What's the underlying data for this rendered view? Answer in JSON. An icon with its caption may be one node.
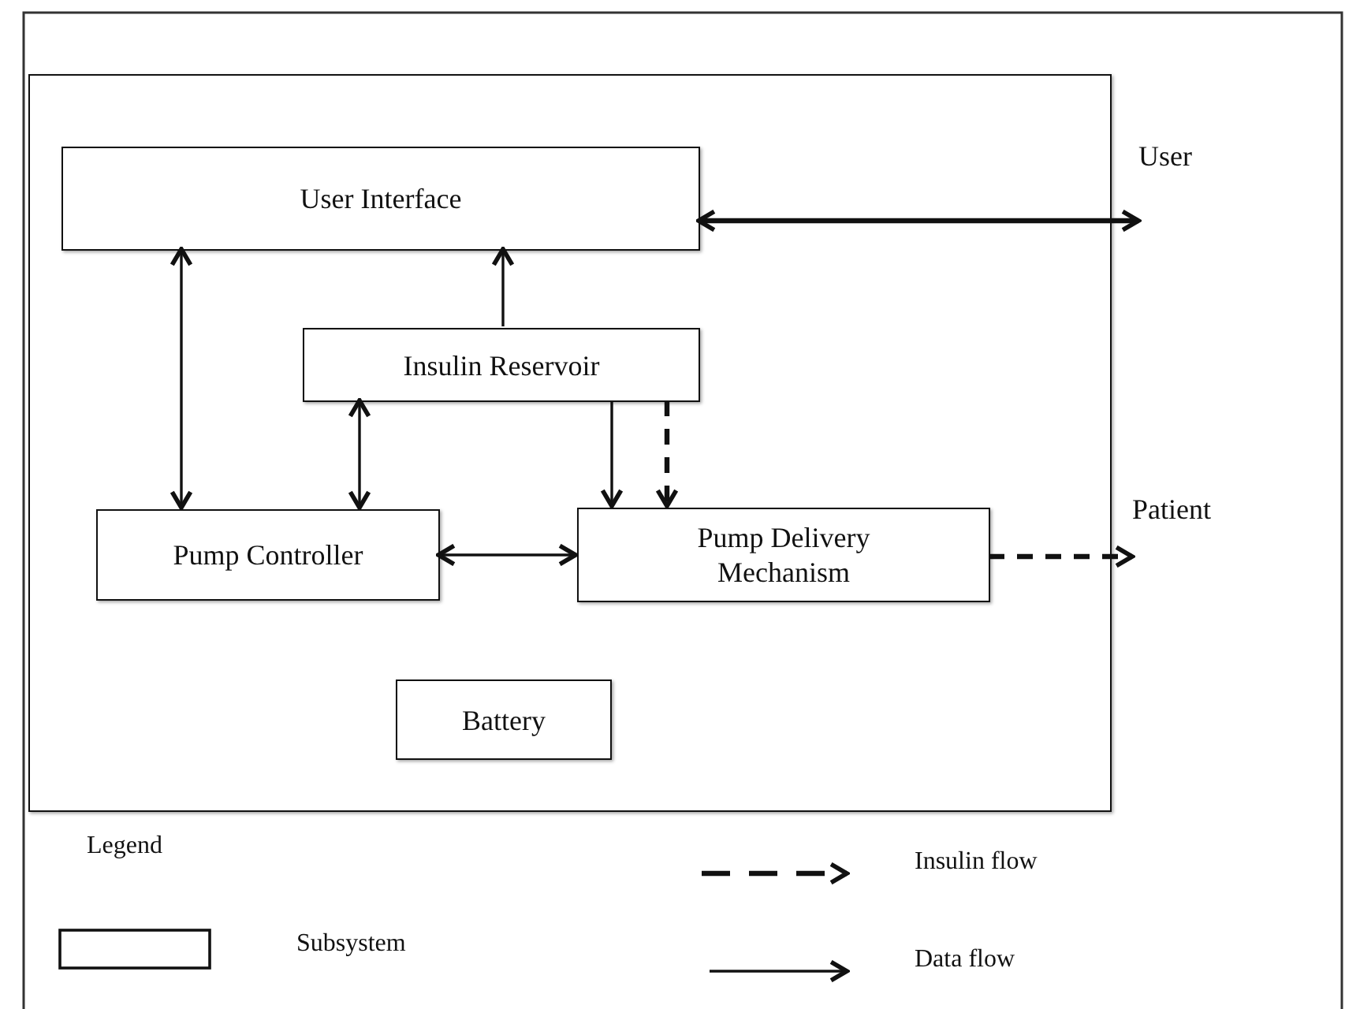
{
  "diagram": {
    "nodes": [
      {
        "text": [],
        "shape": "box"
      },
      {
        "text": [
          "User Interface"
        ],
        "in": 0
      },
      {
        "text": [
          "Insulin Reservoir"
        ],
        "in": 0
      },
      {
        "text": [
          "Pump Controller"
        ],
        "in": 0
      },
      {
        "text": [
          "Pump Delivery Mechanism"
        ],
        "in": 0
      },
      {
        "text": [
          "Battery"
        ],
        "in": 0
      },
      {
        "text": [
          "User"
        ]
      },
      {
        "text": [
          "Patient"
        ]
      }
    ],
    "edges": [
      {
        "from": 1,
        "to": 6,
        "arrow": "both",
        "style": "thick"
      },
      {
        "from": 1,
        "to": 3,
        "arrow": "both"
      },
      {
        "from": 2,
        "to": 1,
        "arrow": "to"
      },
      {
        "from": 2,
        "to": 3,
        "arrow": "both"
      },
      {
        "from": 2,
        "to": 4,
        "arrow": "to"
      },
      {
        "from": 2,
        "to": 4,
        "arrow": "to",
        "style": "dashed"
      },
      {
        "from": 3,
        "to": 4,
        "arrow": "both"
      },
      {
        "from": 4,
        "to": 7,
        "arrow": "to",
        "style": "dashed"
      }
    ],
    "labels": [
      "Legend"
    ],
    "legend": [
      {
        "text": "Insulin flow"
      },
      {
        "text": "Subsystem"
      },
      {
        "text": "Data flow"
      }
    ]
  }
}
